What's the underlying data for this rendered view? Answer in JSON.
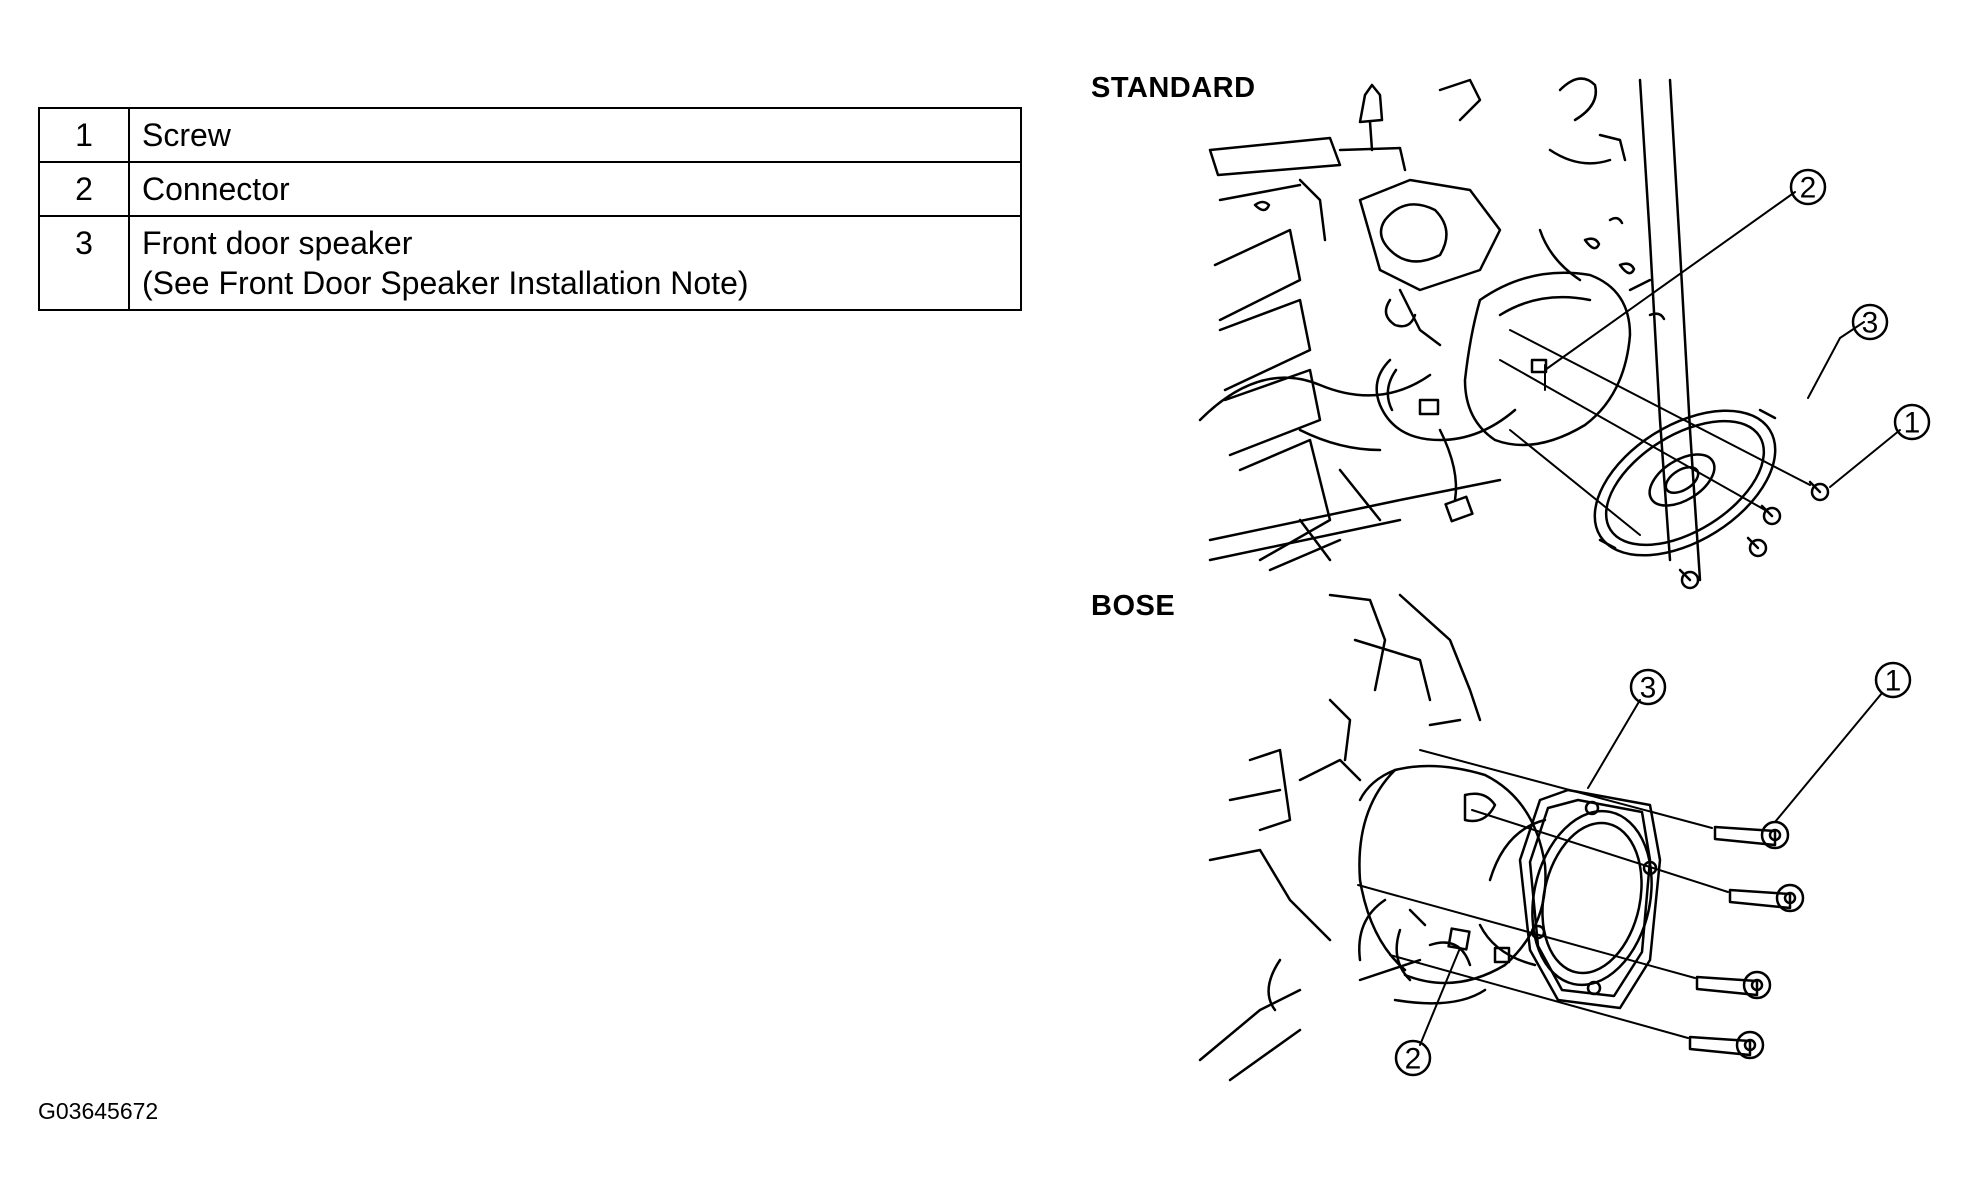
{
  "legend": [
    {
      "num": "1",
      "lines": [
        "Screw"
      ]
    },
    {
      "num": "2",
      "lines": [
        "Connector"
      ]
    },
    {
      "num": "3",
      "lines": [
        "Front door speaker",
        "(See Front Door Speaker Installation Note)"
      ]
    }
  ],
  "views": {
    "standard": {
      "label": "STANDARD",
      "callouts": [
        "1",
        "2",
        "3"
      ]
    },
    "bose": {
      "label": "BOSE",
      "callouts": [
        "1",
        "2",
        "3"
      ]
    }
  },
  "figure_code": "G03645672"
}
